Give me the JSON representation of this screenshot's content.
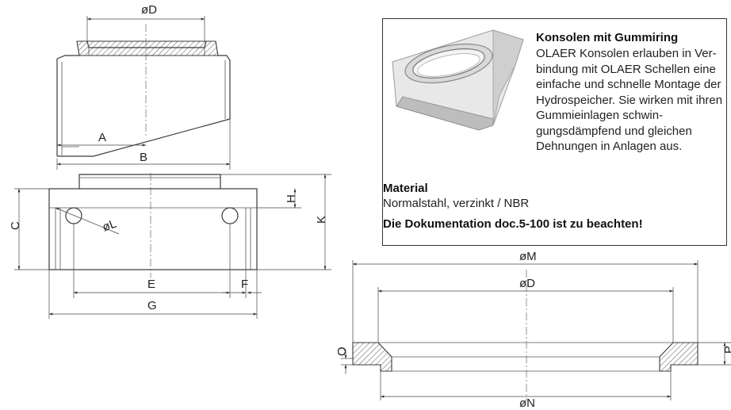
{
  "info": {
    "title": "Konsolen mit Gummiring",
    "text": "OLAER Konsolen erlauben in Ver-bindung mit OLAER Schellen eine einfache und schnelle Montage der Hydrospeicher. Sie wirken mit ihren Gummieinlagen schwin-gungsdämpfend und gleichen Dehnungen in Anlagen aus."
  },
  "material": {
    "title": "Material",
    "text": "Normalstahl, verzinkt / NBR"
  },
  "doc_note": "Die Dokumentation doc.5-100 ist zu beachten!",
  "dimensions": {
    "top_view": {
      "diameter": "øD",
      "a": "A",
      "b": "B"
    },
    "front_view": {
      "c": "C",
      "h": "H",
      "k": "K",
      "l": "øL",
      "e": "E",
      "f": "F",
      "g": "G"
    },
    "ring": {
      "m": "øM",
      "d": "øD",
      "n": "øN",
      "o": "O",
      "p": "P"
    }
  },
  "icons": [
    "bracket-photo"
  ]
}
